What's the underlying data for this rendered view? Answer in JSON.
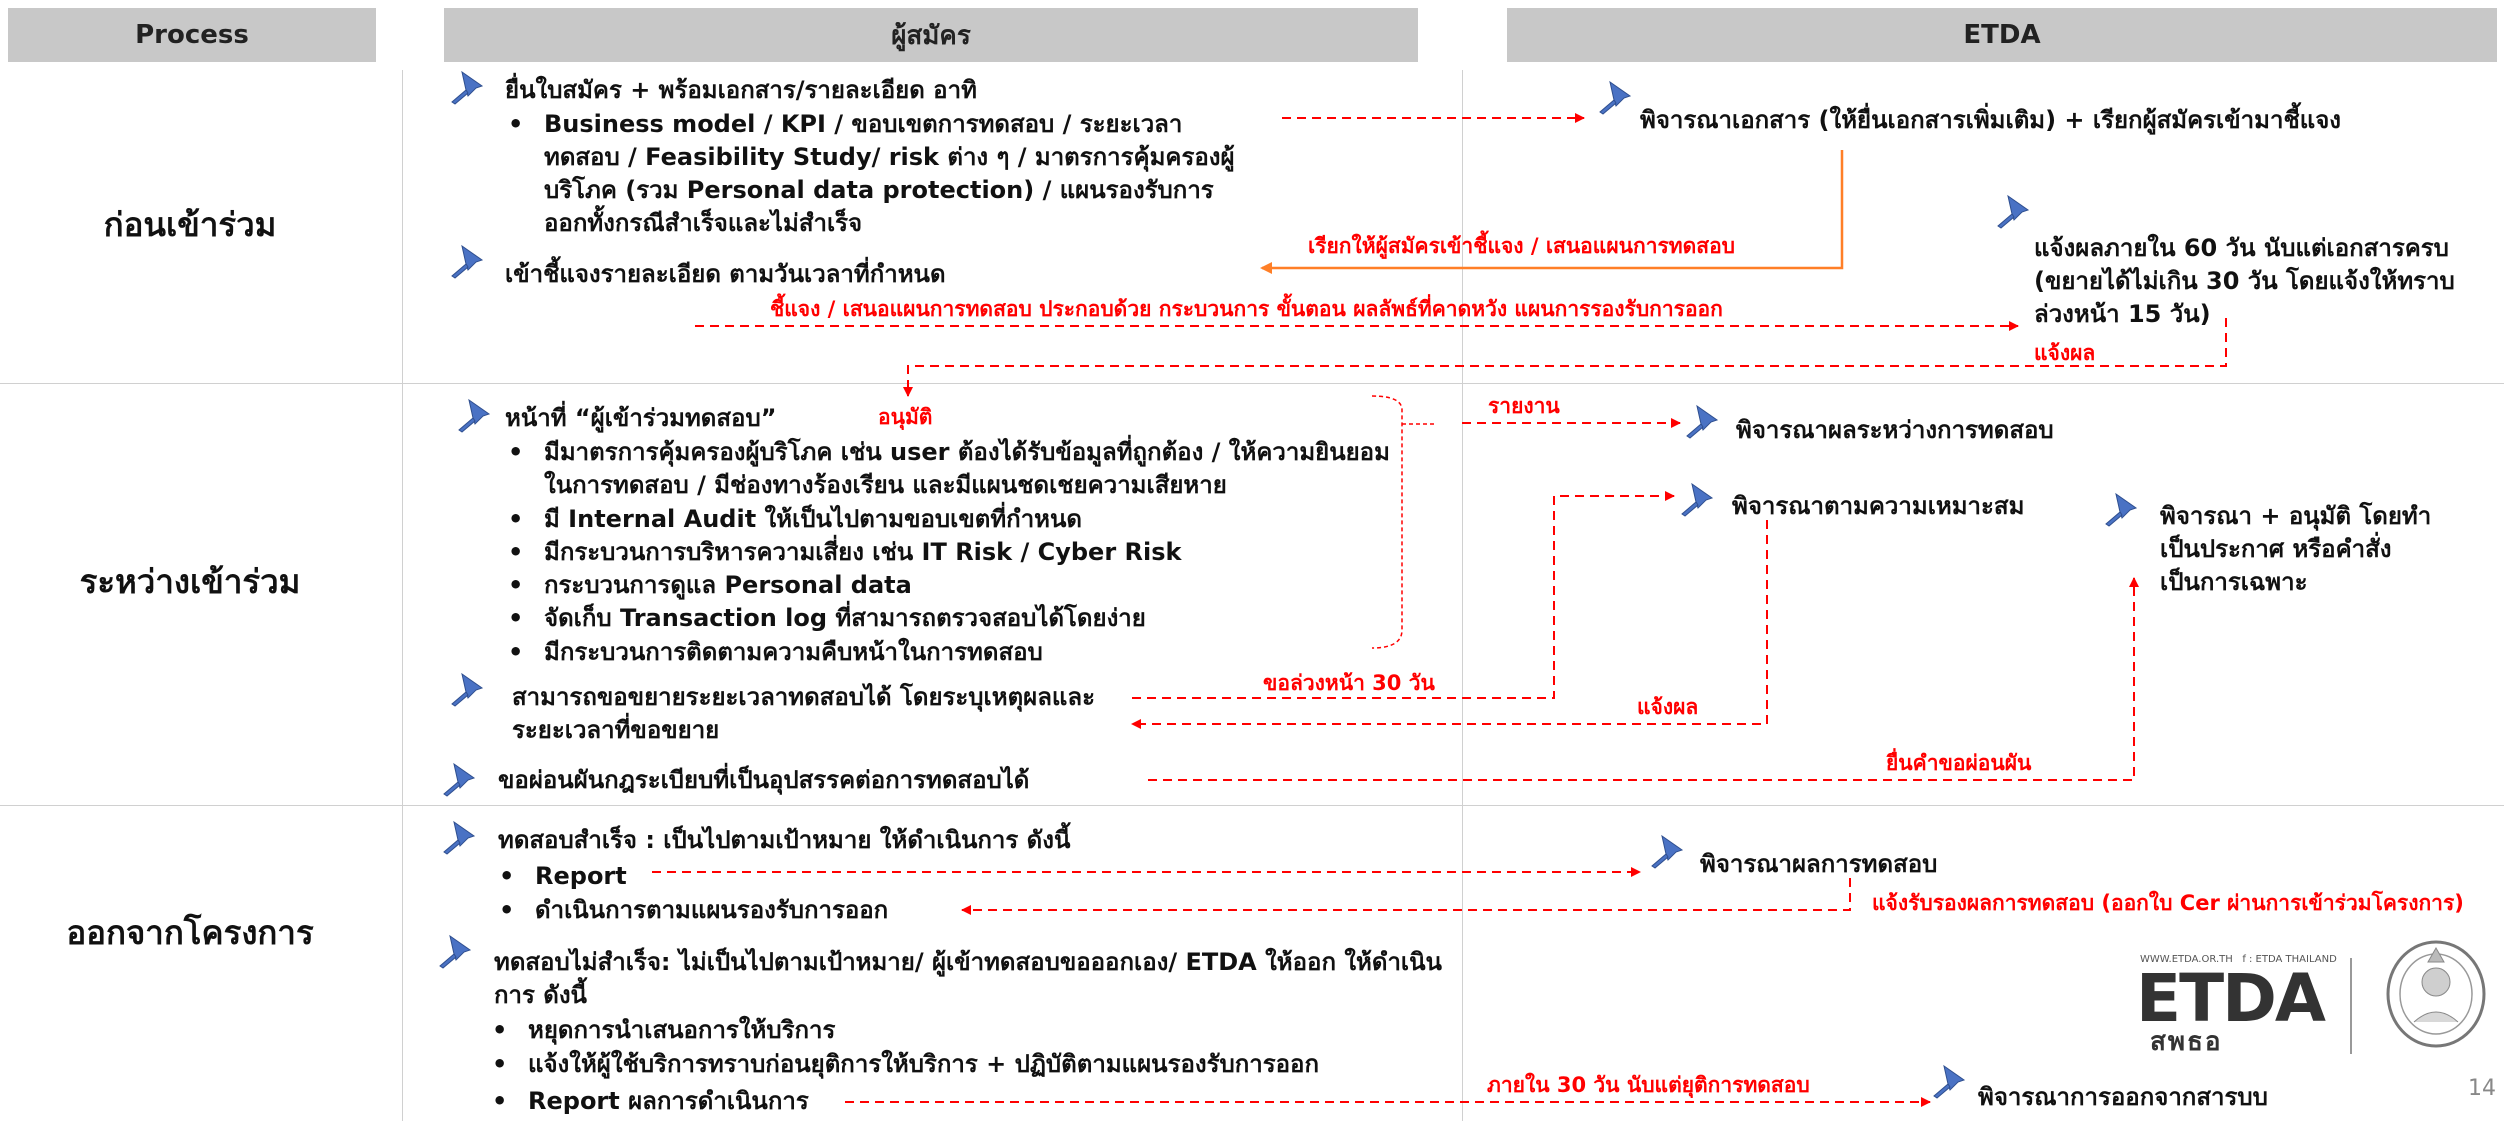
{
  "headers": {
    "process": "Process",
    "applicant": "ผู้สมัคร",
    "etda": "ETDA"
  },
  "rows": {
    "before": "ก่อนเข้าร่วม",
    "during": "ระหว่างเข้าร่วม",
    "exit": "ออกจากโครงการ"
  },
  "before": {
    "submit": "ยื่นใบสมัคร + พร้อมเอกสาร/รายละเอียด อาทิ",
    "submit_detail": "Business model / KPI / ขอบเขตการทดสอบ / ระยะเวลาทดสอบ / Feasibility Study/ risk ต่าง ๆ / มาตรการคุ้มครองผู้บริโภค (รวม Personal data protection) / แผนรองรับการออกทั้งกรณีสำเร็จและไม่สำเร็จ",
    "clarify": "เข้าชี้แจงรายละเอียด ตามวันเวลาที่กำหนด",
    "etda_review": "พิจารณาเอกสาร (ให้ยื่นเอกสารเพิ่มเติม) + เรียกผู้สมัครเข้ามาชี้แจง",
    "etda_notify": "แจ้งผลภายใน 60 วัน นับแต่เอกสารครบ (ขยายได้ไม่เกิน 30 วัน โดยแจ้งให้ทราบล่วงหน้า 15 วัน)",
    "arrow_call": "เรียกให้ผู้สมัครเข้าชี้แจง / เสนอแผนการทดสอบ",
    "arrow_clarify": "ชี้แจง / เสนอแผนการทดสอบ ประกอบด้วย กระบวนการ ขั้นตอน ผลลัพธ์ที่คาดหวัง แผนการรองรับการออก",
    "arrow_result": "แจ้งผล",
    "approved": "อนุมัติ"
  },
  "during": {
    "duty": "หน้าที่ “ผู้เข้าร่วมทดสอบ”",
    "duties": [
      "มีมาตรการคุ้มครองผู้บริโภค เช่น user ต้องได้รับข้อมูลที่ถูกต้อง / ให้ความยินยอมในการทดสอบ / มีช่องทางร้องเรียน และมีแผนชดเชยความเสียหาย",
      "มี Internal Audit ให้เป็นไปตามขอบเขตที่กำหนด",
      "มีกระบวนการบริหารความเสี่ยง เช่น IT Risk / Cyber Risk",
      "กระบวนการดูแล Personal data",
      "จัดเก็บ Transaction log ที่สามารถตรวจสอบได้โดยง่าย",
      "มีกระบวนการติดตามความคืบหน้าในการทดสอบ"
    ],
    "extend": "สามารถขอขยายระยะเวลาทดสอบได้ โดยระบุเหตุผลและระยะเวลาที่ขอขยาย",
    "relax": "ขอผ่อนผันกฎระเบียบที่เป็นอุปสรรคต่อการทดสอบได้",
    "arrow_report": "รายงาน",
    "arrow_advance": "ขอล่วงหน้า 30 วัน",
    "arrow_notify": "แจ้งผล",
    "arrow_relax": "ยื่นคำขอผ่อนผัน",
    "etda_interim": "พิจารณาผลระหว่างการทดสอบ",
    "etda_suit": "พิจารณาตามความเหมาะสม",
    "etda_approve": "พิจารณา + อนุมัติ โดยทำเป็นประกาศ หรือคำสั่งเป็นการเฉพาะ"
  },
  "exit": {
    "success": "ทดสอบสำเร็จ : เป็นไปตามเป้าหมาย ให้ดำเนินการ ดังนี้",
    "success_items": [
      "Report",
      "ดำเนินการตามแผนรองรับการออก"
    ],
    "fail": "ทดสอบไม่สำเร็จ: ไม่เป็นไปตามเป้าหมาย/ ผู้เข้าทดสอบขอออกเอง/ ETDA ให้ออก ให้ดำเนินการ ดังนี้",
    "fail_items": [
      "หยุดการนำเสนอการให้บริการ",
      "แจ้งให้ผู้ใช้บริการทราบก่อนยุติการให้บริการ + ปฏิบัติตามแผนรองรับการออก",
      "Report ผลการดำเนินการ"
    ],
    "etda_result": "พิจารณาผลการทดสอบ",
    "arrow_cert": "แจ้งรับรองผลการทดสอบ (ออกใบ Cer ผ่านการเข้าร่วมโครงการ)",
    "arrow_30": "ภายใน 30 วัน นับแต่ยุติการทดสอบ",
    "etda_exit": "พิจารณาการออกจากสารบบ"
  },
  "footer": {
    "url": "WWW.ETDA.OR.TH",
    "fb": "f : ETDA THAILAND",
    "logo_text": "ETDA",
    "logo_thai": "สพธอ",
    "page": "14"
  },
  "colors": {
    "arrow": "#ff0000",
    "orange_arrow": "#ff7f27",
    "header_bg": "#c8c8c8",
    "pin": "#4a72c4"
  }
}
